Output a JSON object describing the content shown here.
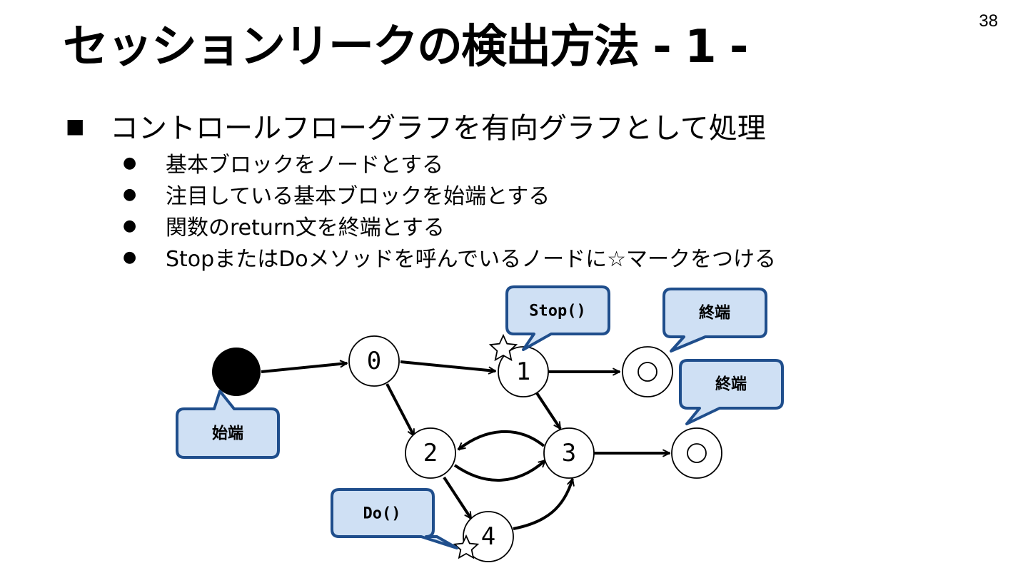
{
  "page_number": "38",
  "title": "セッションリークの検出方法 - 1 -",
  "main_bullet": "コントロールフローグラフを有向グラフとして処理",
  "sub_bullets": [
    "基本ブロックをノードとする",
    "注目している基本ブロックを始端とする",
    "関数のreturn文を終端とする",
    "StopまたはDoメソッドを呼んでいるノードに☆マークをつける"
  ],
  "diagram": {
    "nodes": [
      {
        "id": "start",
        "label": ""
      },
      {
        "id": "0",
        "label": "0"
      },
      {
        "id": "1",
        "label": "1"
      },
      {
        "id": "2",
        "label": "2"
      },
      {
        "id": "3",
        "label": "3"
      },
      {
        "id": "4",
        "label": "4"
      },
      {
        "id": "end1",
        "label": ""
      },
      {
        "id": "end2",
        "label": ""
      }
    ],
    "edges": [
      {
        "from": "start",
        "to": "0"
      },
      {
        "from": "0",
        "to": "1"
      },
      {
        "from": "0",
        "to": "2"
      },
      {
        "from": "1",
        "to": "end1"
      },
      {
        "from": "1",
        "to": "3"
      },
      {
        "from": "2",
        "to": "3"
      },
      {
        "from": "3",
        "to": "2"
      },
      {
        "from": "2",
        "to": "4"
      },
      {
        "from": "4",
        "to": "3"
      },
      {
        "from": "3",
        "to": "end2"
      }
    ],
    "starred_nodes": [
      "1",
      "4"
    ],
    "callouts": {
      "start": "始端",
      "stop": "Stop()",
      "end1": "終端",
      "end2": "終端",
      "do": "Do()"
    },
    "colors": {
      "callout_fill": "#cfe0f4",
      "callout_stroke": "#1f4e8c",
      "stroke": "#000000",
      "node_fill": "#ffffff"
    }
  }
}
